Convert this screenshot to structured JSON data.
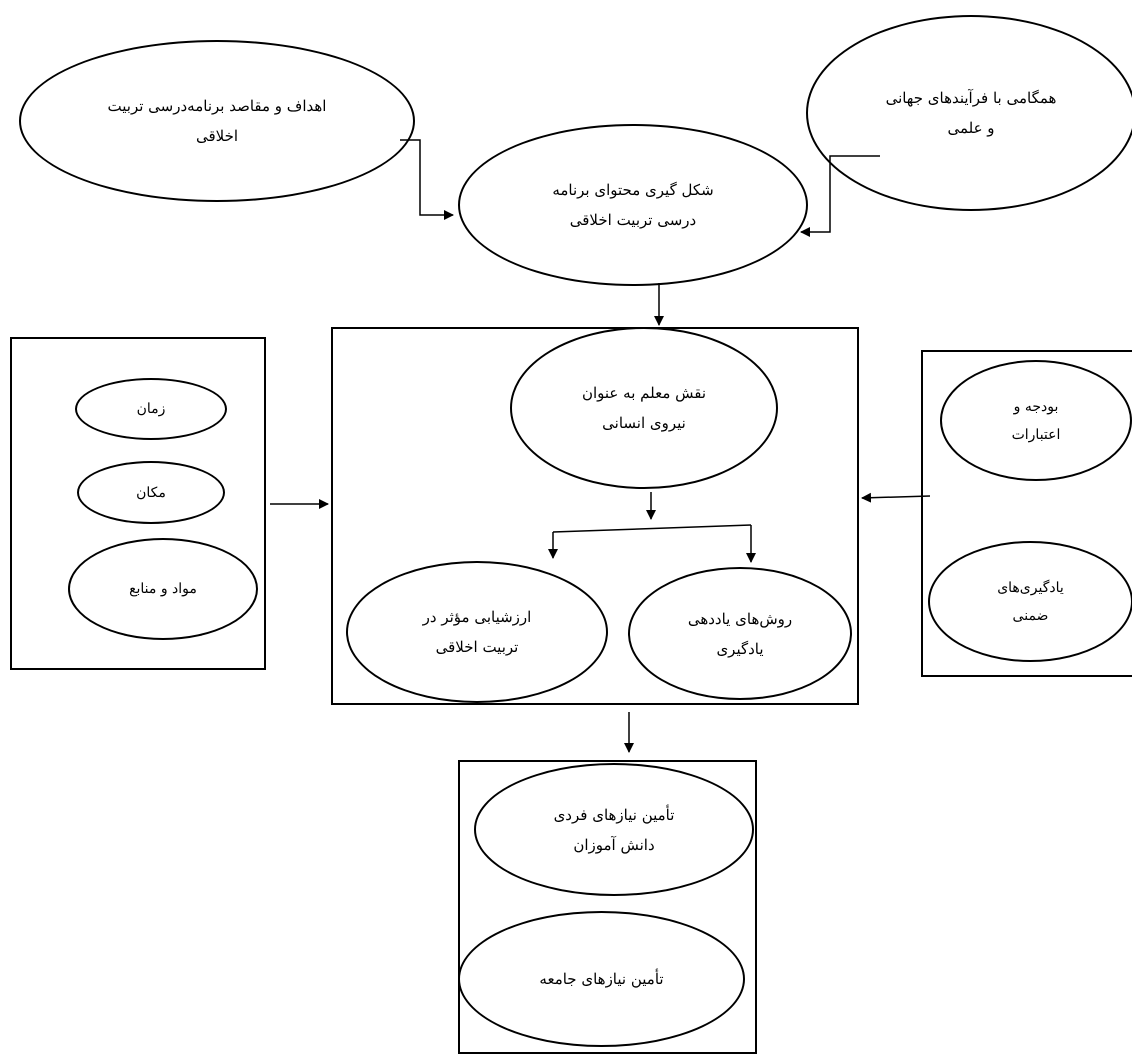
{
  "nodes": {
    "goals": "اهداف و مقاصد برنامه‌درسی تربیت\nاخلاقی",
    "global": "همگامی با فرآیندهای جهانی\nو علمی",
    "content": "شکل گیری محتوای برنامه\nدرسی تربیت اخلاقی",
    "teacher": "نقش معلم به عنوان\nنیروی انسانی",
    "evaluation": "ارزشیابی مؤثر در\nتربیت اخلاقی",
    "methods": "روش‌های یاددهی\nیادگیری",
    "time": "زمان",
    "place": "مکان",
    "materials": "مواد و منابع",
    "budget": "بودجه و\nاعتبارات",
    "implicit": "یادگیری‌های\nضمنی",
    "student_needs": "تأمین نیازهای فردی\nدانش آموزان",
    "society_needs": "تأمین نیازهای جامعه"
  },
  "edges": [
    {
      "from": "goals",
      "to": "content"
    },
    {
      "from": "global",
      "to": "content"
    },
    {
      "from": "content",
      "to": "center-box"
    },
    {
      "from": "teacher",
      "to": "evaluation"
    },
    {
      "from": "teacher",
      "to": "methods"
    },
    {
      "from": "left-box",
      "to": "center-box"
    },
    {
      "from": "right-box",
      "to": "center-box"
    },
    {
      "from": "center-box",
      "to": "bottom-box"
    }
  ]
}
